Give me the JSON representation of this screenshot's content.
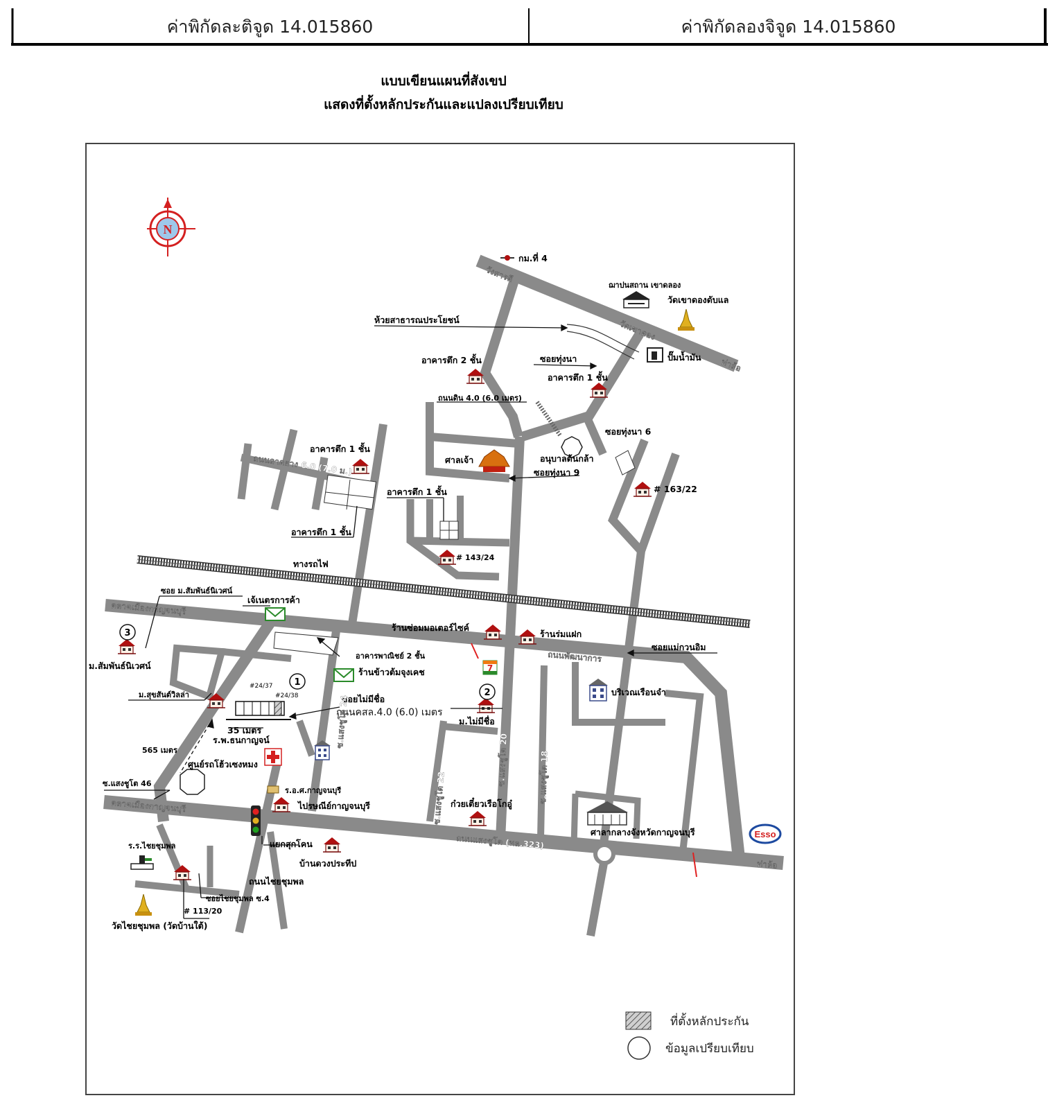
{
  "header": {
    "latitude_label": "ค่าพิกัดละติจูด 14.015860",
    "longitude_label": "ค่าพิกัดลองจิจูด 14.015860"
  },
  "titles": {
    "line1": "แบบเขียนแผนที่สังเขป",
    "line2": "แสดงที่ตั้งหลักประกันและแปลงเปรียบเทียบ"
  },
  "compass": {
    "letter": "N"
  },
  "labels": {
    "km4": "กม.ที่ 4",
    "wangsan": "วังสารดี",
    "crematorium": "ฌาปนสถาน เขาดลอง",
    "wat_khao": "วัดเขาดองดับแล",
    "huai": "ห้วยสาธารณประโยชน์",
    "wat_area": "วัดเขาดอง",
    "tha_lo_top": "ท่าล้อ",
    "gas": "ปั๊มน้ำมัน",
    "soi_thungna": "ซอยทุ่งนา",
    "bldg2_top": "อาคารตึก 2 ชั้น",
    "bldg1_top": "อาคารตึก 1 ชั้น",
    "dirt_road": "ถนนดิน 4.0 (6.0 เมตร)",
    "soi_thungna6": "ซอยทุ่งนา 6",
    "san_chao": "ศาลเจ้า",
    "kindergarten": "อนุบาลต้นกล้า",
    "soi_thungna9": "ซอยทุ่งนา 9",
    "h163": "# 163/22",
    "bldg1_left": "อาคารตึก 1 ชั้น",
    "asphalt_left": "ถนนลาดยาง 6.0 (7.0 ม.)",
    "bldg1_mid": "อาคารตึก 1 ชั้น",
    "bldg1_low": "อาคารตึก 1 ชั้น",
    "h143": "# 143/24",
    "railway": "ทางรถไฟ",
    "soi_mu": "ซอย ม.สัมพันธ์นิเวศน์",
    "jen_trade": "เจ้เนตรการค้า",
    "talat_upper": "ตลาดเมืองกาญจนบุรี",
    "moto": "ร้านซ่อมมอเตอร์ไซค์",
    "ran_rom": "ร้านร่มแฝก",
    "soi_maekwan": "ซอยแม่กวนอิม",
    "commercial2": "อาคารพาณิชย์ 2 ชั้น",
    "rice_shop": "ร้านข้าวต้มจุงเคช",
    "phatthanakan": "ถนนพัฒนาการ",
    "m_sampan": "ม.สัมพันธ์นิเวศน์",
    "m_suksan": "ม.สุขสันต์วิลล่า",
    "n24_37": "#24/37",
    "n24_38": "#24/38",
    "soi_mai": "ซอยไม่มีชื่อ",
    "ksl_road": "ถนนคสล.4.0 (6.0) เมตร",
    "m_mai": "ม.ไม่มีชื่อ",
    "prison": "บริเวณเรือนจำ",
    "dist35": "35 เมตร",
    "hospital": "ร.พ.ธนกาญจน์",
    "dist565": "565 เมตร",
    "car_center": "ศูนย์รถโฮ้วเซงหมง",
    "soi_sangchuto24": "ซ.แสงชูโต 24",
    "soi_sangchuto22": "ซ.แสงชูโต 22",
    "soi_sangchuto20": "ซ.แสงชูโต 20",
    "soi_sangchuto18": "ซ.แสงชูโต 18",
    "soi_sangchuto46": "ซ.แสงชูโต 46",
    "ros_school": "ร.อ.ศ.กาญจนบุรี",
    "post_office": "ไปรษณีย์กาญจนบุรี",
    "talat_lower": "ตลาดเมืองกาญจนบุรี",
    "noodle": "ก๋วยเตี๋ยวเรือโกอู๋",
    "court": "ศาลากลางจังหวัดกาญจนบุรี",
    "sangchuto_road": "ถนนแสงชูโต (ทล.323)",
    "tha_lo_bottom": "ท่าล้อ",
    "chaichumphon_school": "ร.ร.ไชยชุมพล",
    "intersection": "แยกสุกโคน",
    "ban_duang": "บ้านดวงประทีป",
    "chaichumphon_road": "ถนนไชยชุมพล",
    "soi_chaichumphon4": "ซอยไชยชุมพล ซ.4",
    "h113": "# 113/20",
    "wat_chai": "วัดไชยชุมพล (วัดบ้านใต้)",
    "esso": "Esso",
    "seven": "7"
  },
  "markers": {
    "one": "1",
    "two": "2",
    "three": "3"
  },
  "legend": {
    "collateral": "ที่ตั้งหลักประกัน",
    "comparison": "ข้อมูลเปรียบเทียบ"
  },
  "colors": {
    "road": "#8a8a8a",
    "compass": "#d42020",
    "house_roof": "#b01010",
    "esso_blue": "#1d4aa0"
  }
}
